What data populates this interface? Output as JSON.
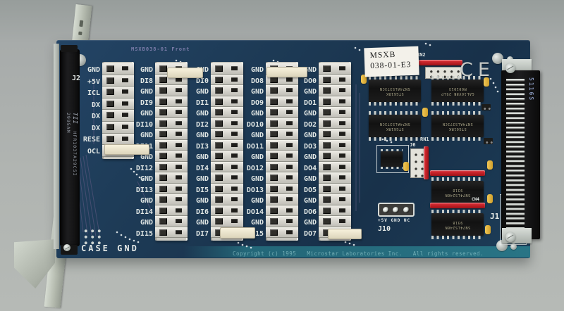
{
  "silkscreen": {
    "top_text": "MSXB038-01 Front",
    "copyright": "Copyright (c) 1995   Microstar Laboratories Inc.   All rights reserved.",
    "case_gnd": "CASE GND",
    "ce_mark": "CE",
    "j2_label": "J2",
    "j1_label": "J1",
    "j10_label": "J10",
    "j10_pins": "+5V GND NC",
    "j6_label": "J6",
    "rn1_label": "RN1",
    "rn2_label": "RN2",
    "cn4_label": "CN4"
  },
  "sticker": {
    "line1": "MSXB",
    "line2": "038-01-E3"
  },
  "terminal_labels": {
    "col_a": [
      "GND",
      "+5V",
      "ICL",
      "DX",
      "DX",
      "DX",
      "RESE",
      "OCL"
    ],
    "col_b": [
      "GND",
      "DI8",
      "GND",
      "DI9",
      "GND",
      "DI10",
      "GND",
      "DI11",
      "GND",
      "DI12",
      "GND",
      "DI13",
      "GND",
      "DI14",
      "GND",
      "DI15"
    ],
    "col_c": [
      "GND",
      "DI0",
      "GND",
      "DI1",
      "GND",
      "DI2",
      "GND",
      "DI3",
      "GND",
      "DI4",
      "GND",
      "DI5",
      "GND",
      "DI6",
      "GND",
      "DI7"
    ],
    "col_d": [
      "GND",
      "DO8",
      "GND",
      "DO9",
      "GND",
      "DO10",
      "GND",
      "DO11",
      "GND",
      "DO12",
      "GND",
      "DO13",
      "GND",
      "DO14",
      "GND",
      "DO15"
    ],
    "col_e": [
      "GND",
      "DO0",
      "GND",
      "DO1",
      "GND",
      "DO2",
      "GND",
      "DO3",
      "GND",
      "DO4",
      "GND",
      "DO5",
      "GND",
      "DO6",
      "GND",
      "DO7"
    ]
  },
  "ics": {
    "latch_line1": "STG61RK",
    "latch_line2": "SN74ALS373CN",
    "gal_line1": "GAL16V8B 25LP",
    "gal_line2": "M601013",
    "buffer_line1": "SN74LS240N",
    "buffer_line2": "9318"
  },
  "connector_markings": {
    "j2_logo": "TII",
    "j2_line1": "HFR1037A29CSI",
    "j2_line2": "2995AM",
    "j1_marking": "5116S"
  },
  "colors": {
    "pcb": "#1d3a55",
    "silkscreen": "#e4e9e7",
    "resistor_network": "#c32127",
    "capacitor": "#e3b84a"
  }
}
